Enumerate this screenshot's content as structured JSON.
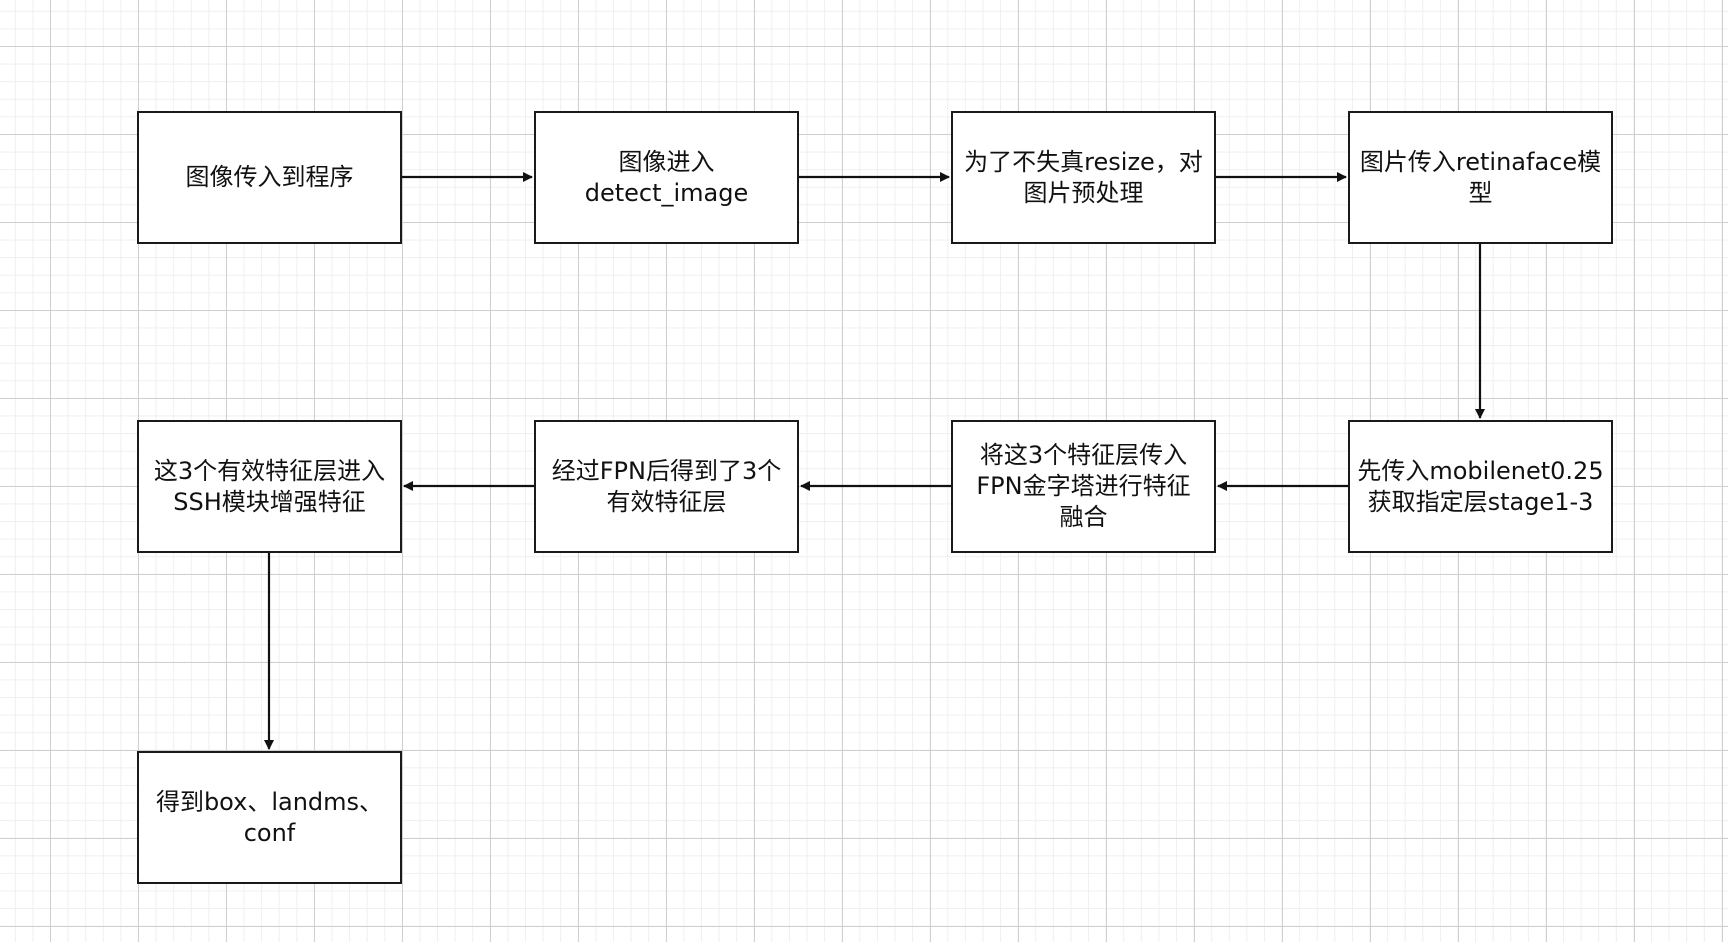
{
  "diagram": {
    "nodes": [
      {
        "id": "n1",
        "label": "图像传入到程序"
      },
      {
        "id": "n2",
        "label": "图像进入\ndetect_image"
      },
      {
        "id": "n3",
        "label": "为了不失真resize，对\n图片预处理"
      },
      {
        "id": "n4",
        "label": "图片传入retinaface模\n型"
      },
      {
        "id": "n5",
        "label": "先传入mobilenet0.25\n获取指定层stage1-3"
      },
      {
        "id": "n6",
        "label": "将这3个特征层传入\nFPN金字塔进行特征\n融合"
      },
      {
        "id": "n7",
        "label": "经过FPN后得到了3个\n有效特征层"
      },
      {
        "id": "n8",
        "label": "这3个有效特征层进入\nSSH模块增强特征"
      },
      {
        "id": "n9",
        "label": "得到box、landms、\nconf"
      }
    ],
    "edges": [
      {
        "from": "n1",
        "to": "n2"
      },
      {
        "from": "n2",
        "to": "n3"
      },
      {
        "from": "n3",
        "to": "n4"
      },
      {
        "from": "n4",
        "to": "n5"
      },
      {
        "from": "n5",
        "to": "n6"
      },
      {
        "from": "n6",
        "to": "n7"
      },
      {
        "from": "n7",
        "to": "n8"
      },
      {
        "from": "n8",
        "to": "n9"
      }
    ],
    "colors": {
      "stroke": "#111111",
      "node_fill": "#ffffff",
      "grid": "#cfcfcf"
    }
  }
}
